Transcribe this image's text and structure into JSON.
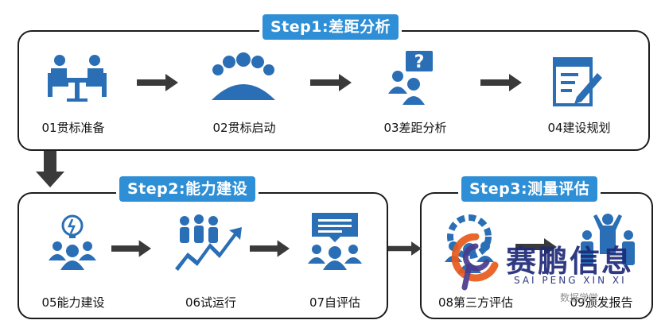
{
  "steps": [
    {
      "badge": "Step1:差距分析"
    },
    {
      "badge": "Step2:能力建设"
    },
    {
      "badge": "Step3:测量评估"
    }
  ],
  "nodes": [
    {
      "label": "01贯标准备",
      "icon": "meeting-table-icon"
    },
    {
      "label": "02贯标启动",
      "icon": "team-group-icon"
    },
    {
      "label": "03差距分析",
      "icon": "question-person-icon"
    },
    {
      "label": "04建设规划",
      "icon": "document-pencil-icon"
    },
    {
      "label": "05能力建设",
      "icon": "lightbulb-team-icon"
    },
    {
      "label": "06试运行",
      "icon": "growth-chart-people-icon"
    },
    {
      "label": "07自评估",
      "icon": "speech-team-icon"
    },
    {
      "label": "08第三方评估",
      "icon": "gear-team-icon"
    },
    {
      "label": "09颁发报告",
      "icon": "award-people-icon"
    }
  ],
  "watermark": {
    "brand": "赛鹏信息",
    "pinyin": "SAI PENG XIN XI",
    "account": "数据学堂"
  },
  "colors": {
    "accent": "#2e8fd6",
    "icon_blue": "#2a6fb5",
    "arrow": "#3a3a3a"
  }
}
